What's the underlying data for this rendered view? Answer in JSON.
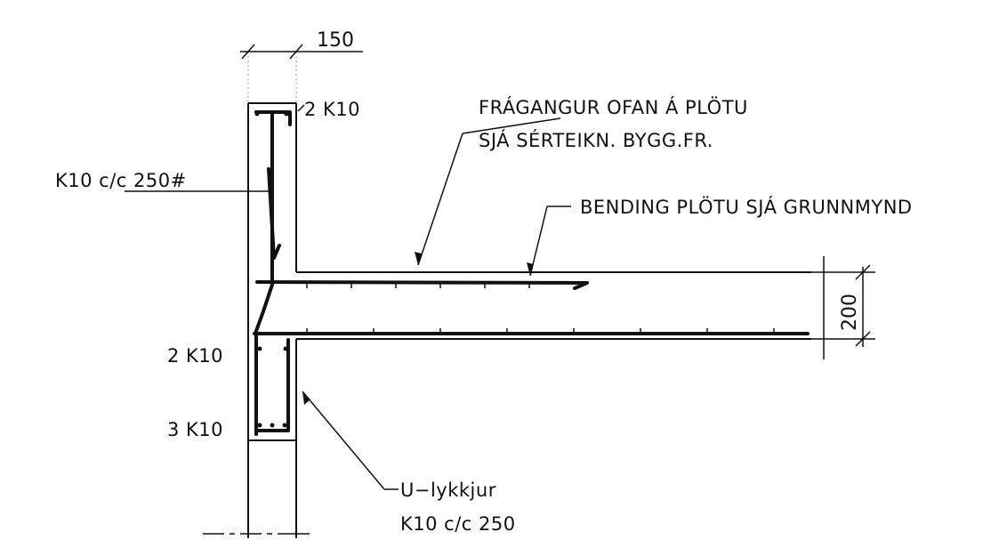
{
  "drawing": {
    "dimensions": {
      "wall_width": "150",
      "slab_thickness": "200"
    },
    "labels": {
      "top_bars": "2 K10",
      "stirrup_spacing": "K10 c/c 250#",
      "finish_line1": "FRÁGANGUR OFAN Á PLÖTU",
      "finish_line2": "SJÁ SÉRTEIKN. BYGG.FR.",
      "slab_reinforcement": "BENDING PLÖTU SJÁ GRUNNMYND",
      "beam_top_bars": "2 K10",
      "beam_bottom_bars": "3 K10",
      "u_loop_line1": "U−lykkjur",
      "u_loop_line2": "K10 c/c 250"
    },
    "colors": {
      "ink": "#111111",
      "faint": "#9a9a9a"
    }
  }
}
